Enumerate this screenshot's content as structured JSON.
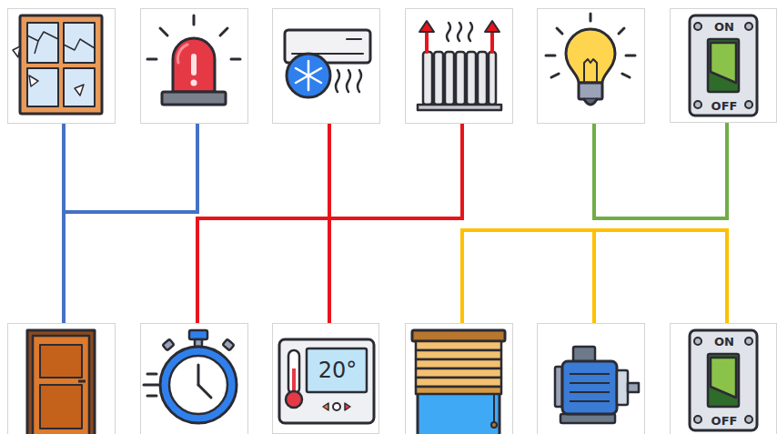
{
  "diagram": {
    "nodes": [
      {
        "text": [
          "ON",
          "OFF"
        ]
      },
      {
        "text": [
          "20°"
        ]
      },
      {
        "text": [
          "ON",
          "OFF"
        ]
      }
    ]
  }
}
